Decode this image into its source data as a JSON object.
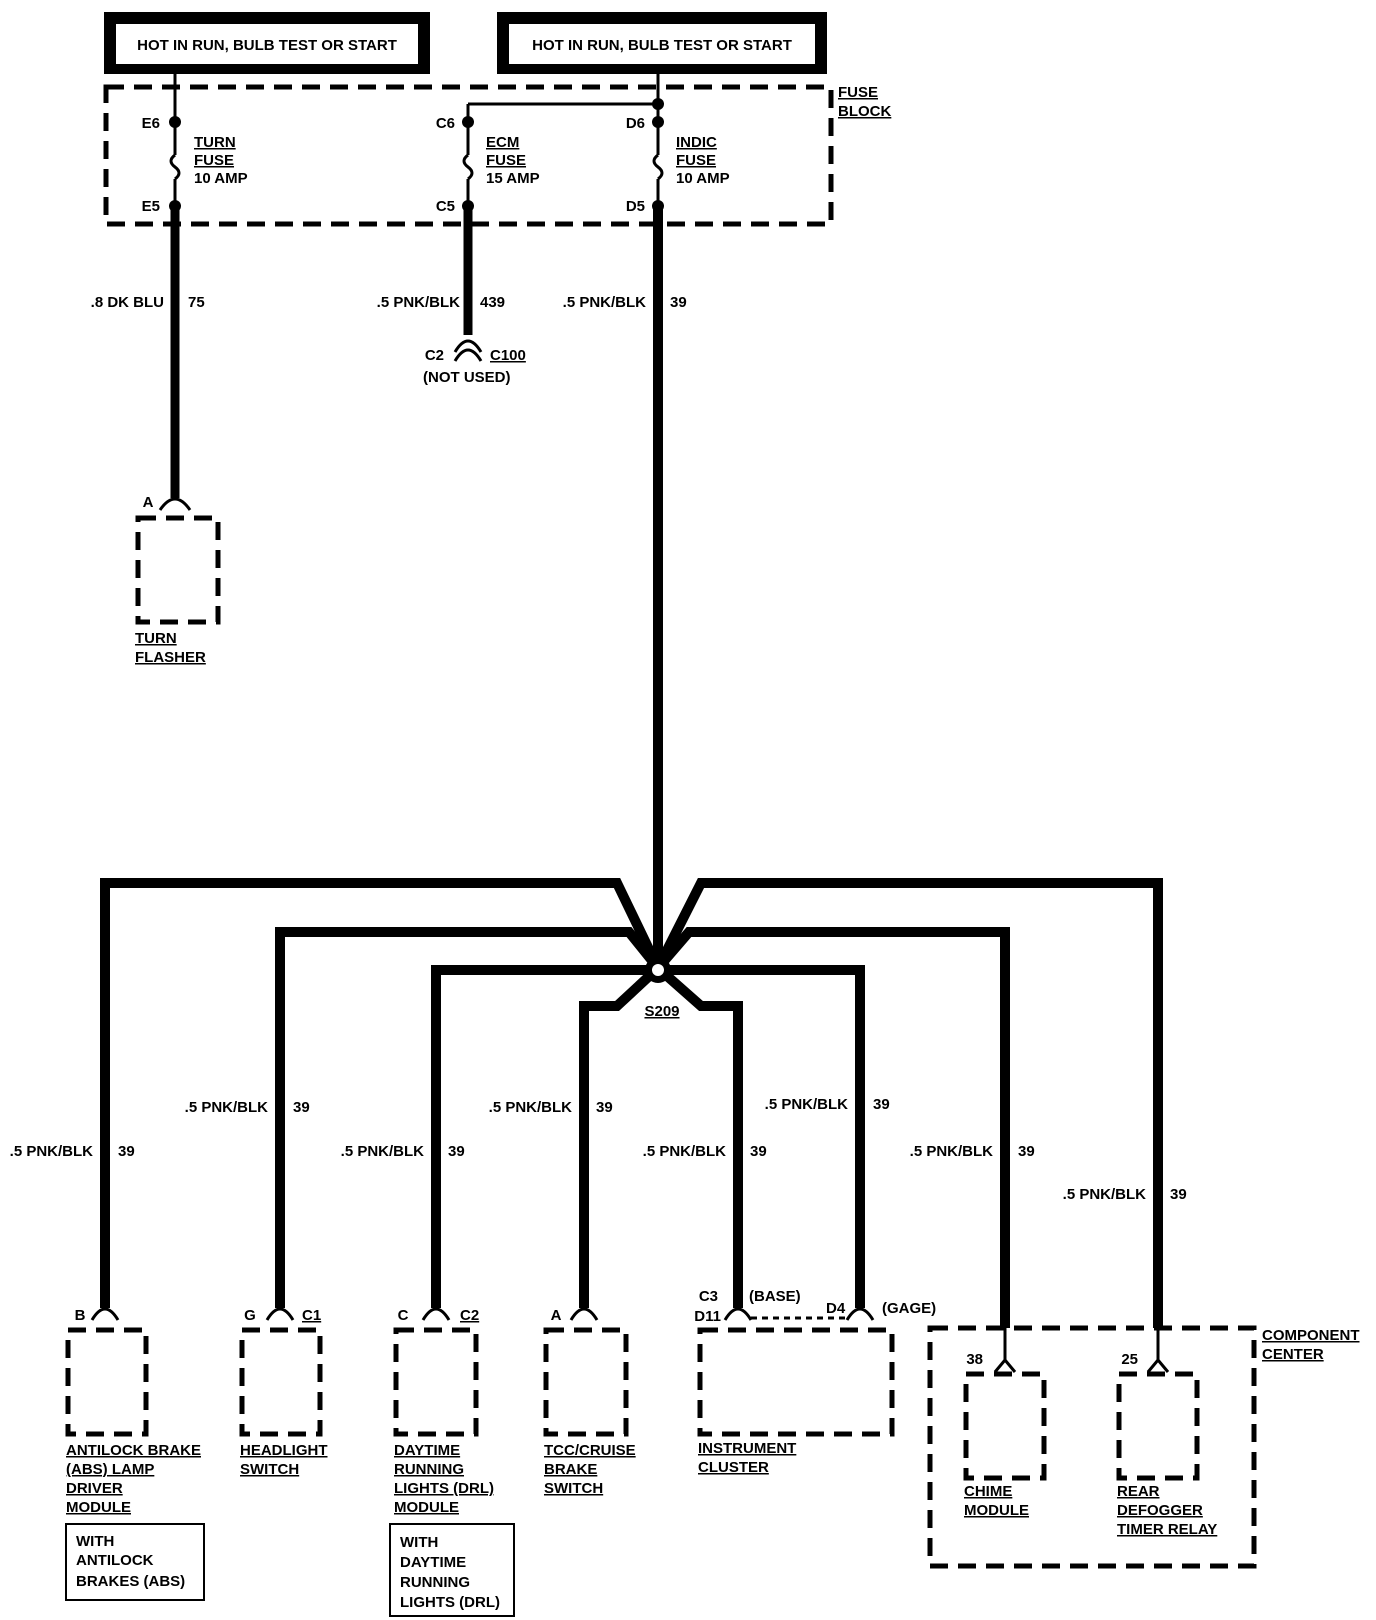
{
  "power": {
    "left_label": "HOT IN RUN, BULB TEST OR START",
    "right_label": "HOT IN RUN, BULB TEST OR START"
  },
  "fuse_block": {
    "label_1": "FUSE",
    "label_2": "BLOCK",
    "fuses": [
      {
        "top_pin": "E6",
        "bottom_pin": "E5",
        "name_1": "TURN",
        "name_2": "FUSE",
        "rating": "10 AMP"
      },
      {
        "top_pin": "C6",
        "bottom_pin": "C5",
        "name_1": "ECM",
        "name_2": "FUSE",
        "rating": "15 AMP"
      },
      {
        "top_pin": "D6",
        "bottom_pin": "D5",
        "name_1": "INDIC",
        "name_2": "FUSE",
        "rating": "10 AMP"
      }
    ]
  },
  "wires": {
    "turn": {
      "color": ".8 DK BLU",
      "circuit": "75"
    },
    "ecm": {
      "color": ".5 PNK/BLK",
      "circuit": "439"
    },
    "indic": {
      "color": ".5 PNK/BLK",
      "circuit": "39"
    },
    "abs": {
      "color": ".5 PNK/BLK",
      "circuit": "39"
    },
    "headlight": {
      "color": ".5 PNK/BLK",
      "circuit": "39"
    },
    "drl": {
      "color": ".5 PNK/BLK",
      "circuit": "39"
    },
    "tcc": {
      "color": ".5 PNK/BLK",
      "circuit": "39"
    },
    "cluster_base": {
      "color": ".5 PNK/BLK",
      "circuit": "39"
    },
    "cluster_gage": {
      "color": ".5 PNK/BLK",
      "circuit": "39"
    },
    "chime": {
      "color": ".5 PNK/BLK",
      "circuit": "39"
    },
    "defogger": {
      "color": ".5 PNK/BLK",
      "circuit": "39"
    }
  },
  "connector_c100": {
    "pin": "C2",
    "name": "C100",
    "note": "(NOT USED)"
  },
  "splice": {
    "name": "S209"
  },
  "turn_flasher": {
    "pin": "A",
    "name_1": "TURN",
    "name_2": "FLASHER"
  },
  "components": {
    "abs": {
      "pin": "B",
      "lines": [
        "ANTILOCK BRAKE",
        "(ABS) LAMP",
        "DRIVER",
        "MODULE"
      ],
      "note": [
        "WITH",
        "ANTILOCK",
        "BRAKES (ABS)"
      ]
    },
    "headlight": {
      "pin": "G",
      "conn": "C1",
      "lines": [
        "HEADLIGHT",
        "SWITCH"
      ]
    },
    "drl": {
      "pin": "C",
      "conn": "C2",
      "lines": [
        "DAYTIME",
        "RUNNING",
        "LIGHTS (DRL)",
        "MODULE"
      ],
      "note": [
        "WITH",
        "DAYTIME",
        "RUNNING",
        "LIGHTS (DRL)"
      ]
    },
    "tcc": {
      "pin": "A",
      "lines": [
        "TCC/CRUISE",
        "BRAKE",
        "SWITCH"
      ]
    },
    "cluster": {
      "pin_top": "C3",
      "pin_bottom": "D11",
      "base": "(BASE)",
      "pin_gage": "D4",
      "gage": "(GAGE)",
      "lines": [
        "INSTRUMENT",
        "CLUSTER"
      ]
    },
    "component_center": {
      "lines": [
        "COMPONENT",
        "CENTER"
      ]
    },
    "chime": {
      "pin": "38",
      "lines": [
        "CHIME",
        "MODULE"
      ]
    },
    "defogger": {
      "pin": "25",
      "lines": [
        "REAR",
        "DEFOGGER",
        "TIMER RELAY"
      ]
    }
  }
}
